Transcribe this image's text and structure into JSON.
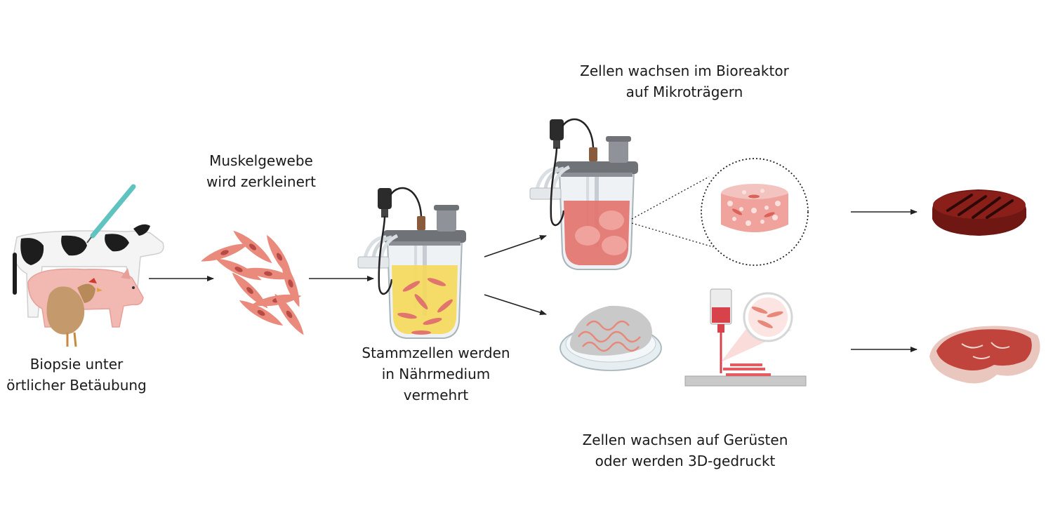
{
  "labels": {
    "biopsy": [
      "Biopsie unter",
      "örtlicher Betäubung"
    ],
    "tissue": [
      "Muskelgewebe",
      "wird zerkleinert"
    ],
    "stemcells": [
      "Stammzellen werden",
      "in Nährmedium",
      "vermehrt"
    ],
    "microcarrier": [
      "Zellen wachsen im Bioreaktor",
      "auf Mikroträgern"
    ],
    "scaffold": [
      "Zellen wachsen auf Gerüsten",
      "oder werden 3D-gedruckt"
    ]
  },
  "colors": {
    "arrow": "#222222",
    "cell": "#e8877a",
    "medium_yellow": "#f5d95a",
    "medium_red": "#e2746e",
    "meat_dark": "#8a1f1a",
    "meat_steak": "#c0443c",
    "glass": "#e9eef2",
    "lid": "#7a7a7a"
  },
  "icons": [
    "needle-icon",
    "cow-icon",
    "pig-icon",
    "chicken-icon",
    "muscle-cells-icon",
    "bioreactor-icon",
    "microcarrier-icon",
    "petri-dish-icon",
    "bioprinter-icon",
    "burger-patty-icon",
    "steak-icon"
  ]
}
